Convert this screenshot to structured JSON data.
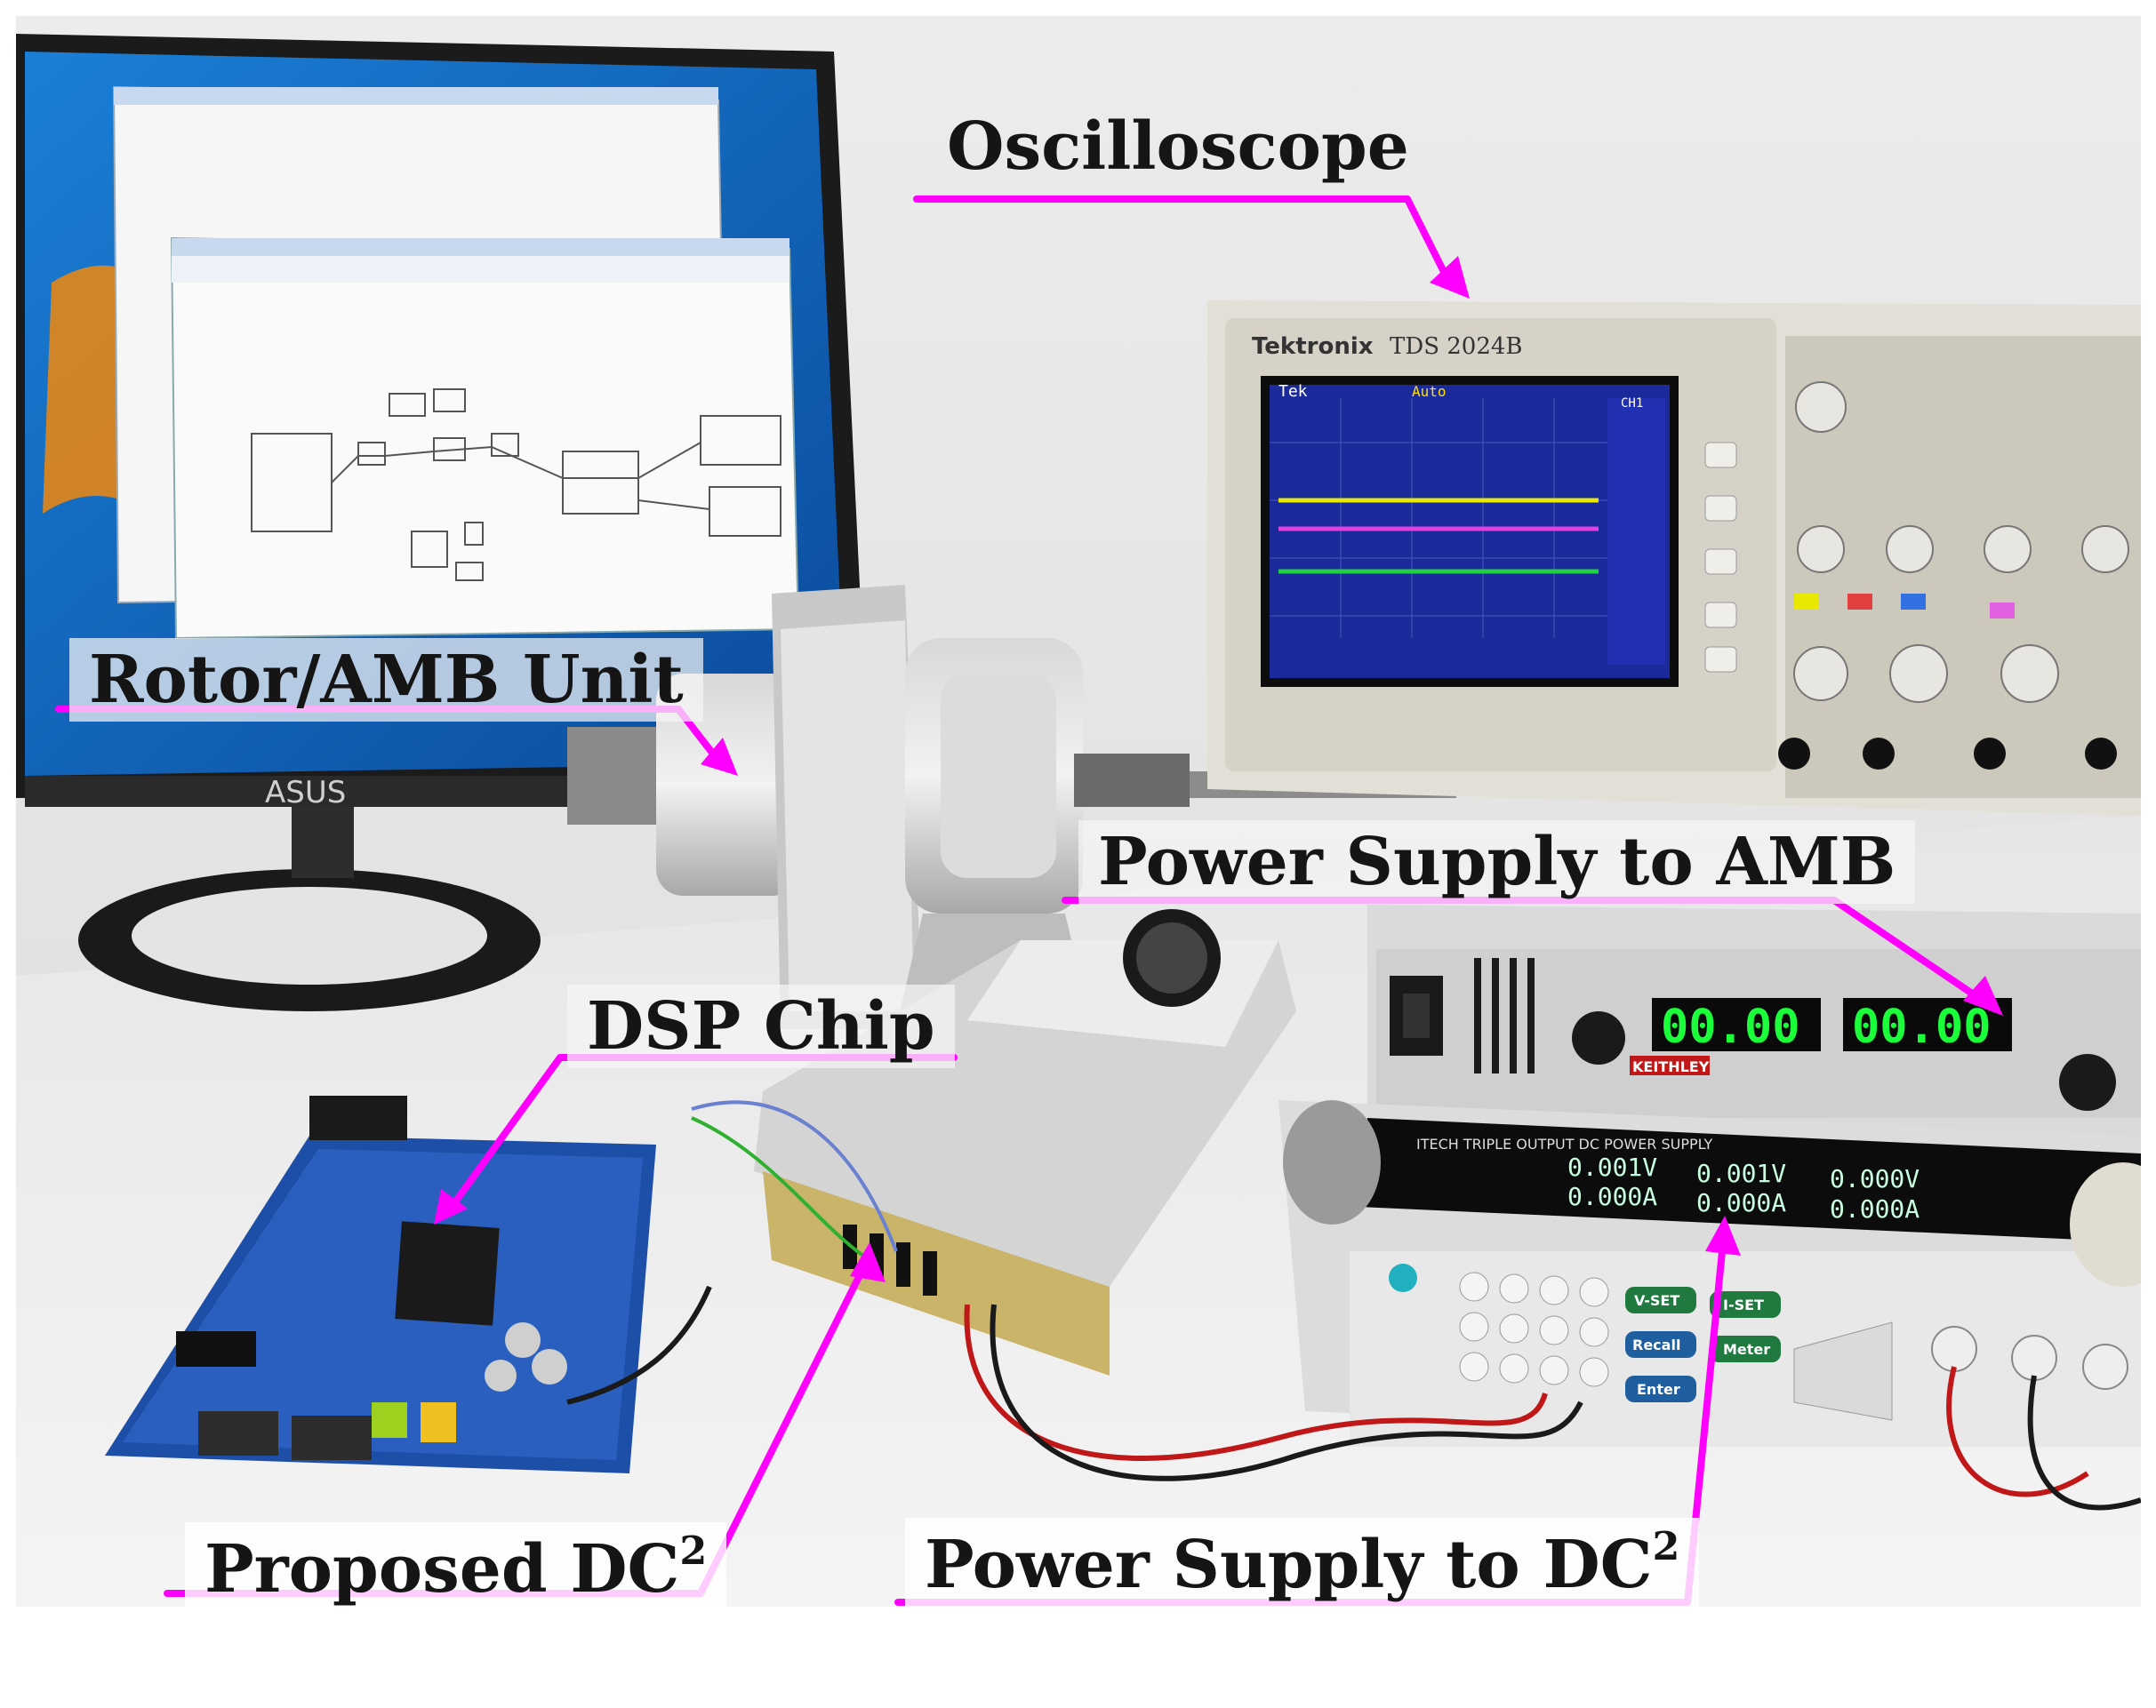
{
  "labels": {
    "oscilloscope": "Oscilloscope",
    "rotor_amb_unit": "Rotor/AMB Unit",
    "power_supply_amb": "Power Supply to AMB",
    "dsp_chip": "DSP Chip",
    "proposed_dc2_base": "Proposed DC",
    "proposed_dc2_sup": "2",
    "power_supply_dc2_base": "Power Supply to DC",
    "power_supply_dc2_sup": "2"
  },
  "devices": {
    "monitor_brand": "ASUS",
    "scope_brand": "Tektronix",
    "scope_model": "TDS 2024B",
    "amb_supply_brand": "KEITHLEY",
    "amb_supply_display_1": "00.00",
    "amb_supply_display_2": "00.00",
    "dc2_supply_brand": "ITECH TRIPLE OUTPUT DC POWER SUPPLY",
    "dc2_display_v1": "0.001V",
    "dc2_display_v2": "0.001V",
    "dc2_display_v3": "0.000V",
    "dc2_display_a1": "0.000A",
    "dc2_display_a2": "0.000A",
    "dc2_display_a3": "0.000A",
    "dc2_btn_vset": "V-SET",
    "dc2_btn_iset": "I-SET",
    "dc2_btn_recall": "Recall",
    "dc2_btn_meter": "Meter",
    "dc2_btn_enter": "Enter",
    "scope_top_left": "Tek",
    "scope_trigger": "Auto",
    "scope_ch": "CH1"
  },
  "colors": {
    "arrow": "#ff00ff",
    "trace_1": "#e8e800",
    "trace_2": "#e040e0",
    "trace_3": "#20d040",
    "scope_screen": "#1a2a9a",
    "lcd_green": "#1aff3a"
  }
}
